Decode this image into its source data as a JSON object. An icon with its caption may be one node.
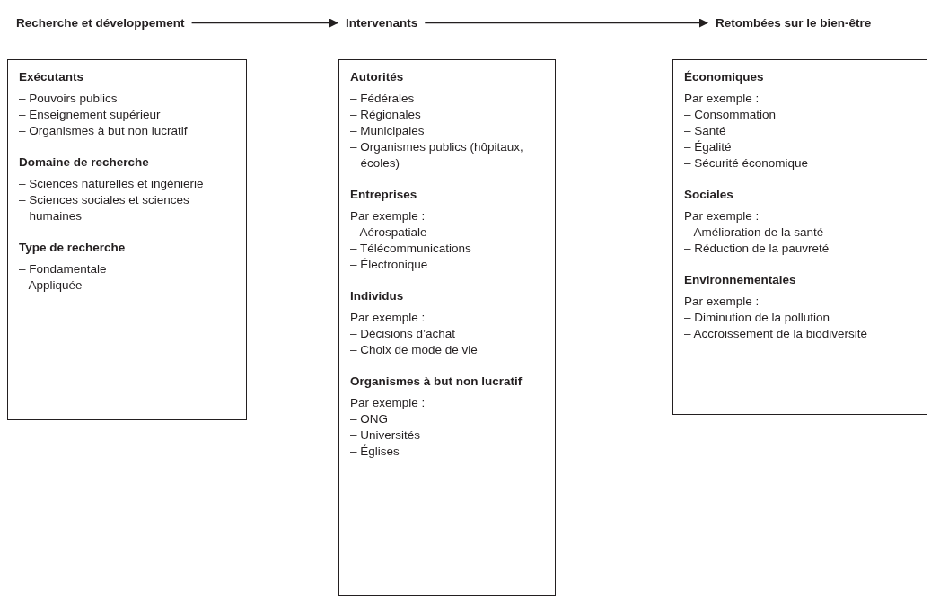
{
  "diagram": {
    "nodes": [
      {
        "text": [
          "Recherche et développement"
        ]
      },
      {
        "text": [
          "Intervenants"
        ]
      },
      {
        "text": [
          "Retombées sur le bien-être"
        ]
      },
      {
        "text": [
          "Exécutants",
          "– Pouvoirs publics",
          "– Enseignement supérieur",
          "– Organismes à but non lucratif",
          "Domaine de recherche",
          "– Sciences naturelles et ingénierie",
          "– Sciences sociales et sciences humaines",
          "Type de recherche",
          "– Fondamentale",
          "– Appliquée"
        ]
      },
      {
        "text": [
          "Autorités",
          "– Fédérales",
          "– Régionales",
          "– Municipales",
          "– Organismes publics (hôpitaux, écoles)",
          "Entreprises",
          "Par exemple :",
          "– Aérospatiale",
          "– Télécommunications",
          "– Électronique",
          "Individus",
          "Par exemple :",
          "– Décisions d’achat",
          "– Choix de mode de vie",
          "Organismes à but non lucratif",
          "Par exemple :",
          "– ONG",
          "– Universités",
          "– Églises"
        ]
      },
      {
        "text": [
          "Économiques",
          "Par exemple :",
          "– Consommation",
          "– Santé",
          "– Égalité",
          "– Sécurité économique",
          "Sociales",
          "Par exemple :",
          "– Amélioration de la santé",
          "– Réduction de la pauvreté",
          "Environnementales",
          "Par exemple :",
          "– Diminution de la pollution",
          "– Accroissement de la biodiversité"
        ]
      }
    ],
    "edges": [
      {
        "from": 0,
        "to": 1,
        "arrow": "to"
      },
      {
        "from": 1,
        "to": 2,
        "arrow": "to"
      }
    ]
  }
}
